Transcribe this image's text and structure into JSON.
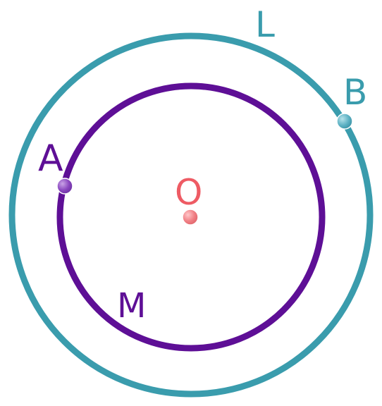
{
  "labels": {
    "outer_circle": "L",
    "inner_circle": "M",
    "center": "O",
    "point_a": "A",
    "point_b": "B"
  },
  "colors": {
    "outer_circle": "#3a9cad",
    "inner_circle": "#5e0f96",
    "center_point": "#f07f84",
    "center_label": "#ee5b64",
    "point_a": "#8a48bf",
    "point_b": "#5eb2c4",
    "background": "#ffffff"
  }
}
